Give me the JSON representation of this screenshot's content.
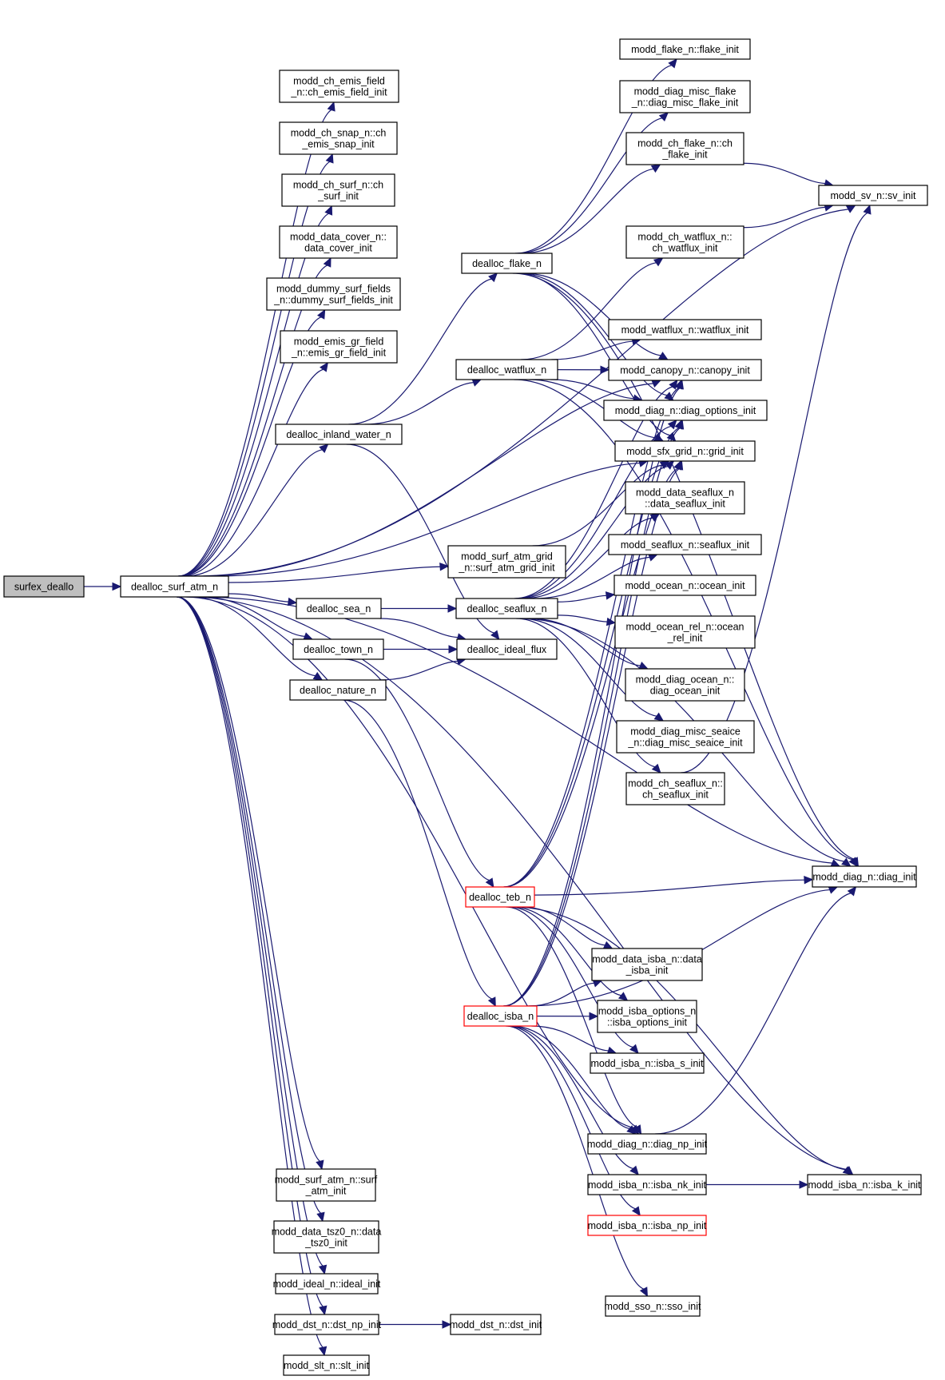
{
  "title": "surfex_deallo call graph",
  "colors": {
    "edge": "#191970",
    "root_fill": "#bfbfbf",
    "highlight_border": "#ff0000"
  },
  "nodes": [
    {
      "id": "surfex_deallo",
      "lines": [
        "surfex_deallo"
      ],
      "style": "root"
    },
    {
      "id": "dealloc_surf_atm_n",
      "lines": [
        "dealloc_surf_atm_n"
      ]
    },
    {
      "id": "ch_emis_field",
      "lines": [
        "modd_ch_emis_field",
        "_n::ch_emis_field_init"
      ]
    },
    {
      "id": "ch_snap",
      "lines": [
        "modd_ch_snap_n::ch",
        "_emis_snap_init"
      ]
    },
    {
      "id": "ch_surf",
      "lines": [
        "modd_ch_surf_n::ch",
        "_surf_init"
      ]
    },
    {
      "id": "data_cover",
      "lines": [
        "modd_data_cover_n::",
        "data_cover_init"
      ]
    },
    {
      "id": "dummy_surf",
      "lines": [
        "modd_dummy_surf_fields",
        "_n::dummy_surf_fields_init"
      ]
    },
    {
      "id": "emis_gr",
      "lines": [
        "modd_emis_gr_field",
        "_n::emis_gr_field_init"
      ]
    },
    {
      "id": "dealloc_inland_water_n",
      "lines": [
        "dealloc_inland_water_n"
      ]
    },
    {
      "id": "dealloc_flake_n",
      "lines": [
        "dealloc_flake_n"
      ]
    },
    {
      "id": "dealloc_watflux_n",
      "lines": [
        "dealloc_watflux_n"
      ]
    },
    {
      "id": "surf_atm_grid",
      "lines": [
        "modd_surf_atm_grid",
        "_n::surf_atm_grid_init"
      ]
    },
    {
      "id": "dealloc_sea_n",
      "lines": [
        "dealloc_sea_n"
      ]
    },
    {
      "id": "dealloc_seaflux_n",
      "lines": [
        "dealloc_seaflux_n"
      ]
    },
    {
      "id": "dealloc_town_n",
      "lines": [
        "dealloc_town_n"
      ]
    },
    {
      "id": "dealloc_ideal_flux",
      "lines": [
        "dealloc_ideal_flux"
      ]
    },
    {
      "id": "dealloc_nature_n",
      "lines": [
        "dealloc_nature_n"
      ]
    },
    {
      "id": "dealloc_teb_n",
      "lines": [
        "dealloc_teb_n"
      ],
      "style": "red"
    },
    {
      "id": "dealloc_isba_n",
      "lines": [
        "dealloc_isba_n"
      ],
      "style": "red"
    },
    {
      "id": "flake_init",
      "lines": [
        "modd_flake_n::flake_init"
      ]
    },
    {
      "id": "diag_misc_flake",
      "lines": [
        "modd_diag_misc_flake",
        "_n::diag_misc_flake_init"
      ]
    },
    {
      "id": "ch_flake",
      "lines": [
        "modd_ch_flake_n::ch",
        "_flake_init"
      ]
    },
    {
      "id": "ch_watflux",
      "lines": [
        "modd_ch_watflux_n::",
        "ch_watflux_init"
      ]
    },
    {
      "id": "watflux_init",
      "lines": [
        "modd_watflux_n::watflux_init"
      ]
    },
    {
      "id": "canopy_init",
      "lines": [
        "modd_canopy_n::canopy_init"
      ]
    },
    {
      "id": "diag_options",
      "lines": [
        "modd_diag_n::diag_options_init"
      ]
    },
    {
      "id": "grid_init",
      "lines": [
        "modd_sfx_grid_n::grid_init"
      ]
    },
    {
      "id": "data_seaflux",
      "lines": [
        "modd_data_seaflux_n",
        "::data_seaflux_init"
      ]
    },
    {
      "id": "seaflux_init",
      "lines": [
        "modd_seaflux_n::seaflux_init"
      ]
    },
    {
      "id": "ocean_init",
      "lines": [
        "modd_ocean_n::ocean_init"
      ]
    },
    {
      "id": "ocean_rel",
      "lines": [
        "modd_ocean_rel_n::ocean",
        "_rel_init"
      ]
    },
    {
      "id": "diag_ocean",
      "lines": [
        "modd_diag_ocean_n::",
        "diag_ocean_init"
      ]
    },
    {
      "id": "diag_misc_seaice",
      "lines": [
        "modd_diag_misc_seaice",
        "_n::diag_misc_seaice_init"
      ]
    },
    {
      "id": "ch_seaflux",
      "lines": [
        "modd_ch_seaflux_n::",
        "ch_seaflux_init"
      ]
    },
    {
      "id": "sv_init",
      "lines": [
        "modd_sv_n::sv_init"
      ]
    },
    {
      "id": "diag_init",
      "lines": [
        "modd_diag_n::diag_init"
      ]
    },
    {
      "id": "data_isba",
      "lines": [
        "modd_data_isba_n::data",
        "_isba_init"
      ]
    },
    {
      "id": "isba_options",
      "lines": [
        "modd_isba_options_n",
        "::isba_options_init"
      ]
    },
    {
      "id": "isba_s",
      "lines": [
        "modd_isba_n::isba_s_init"
      ]
    },
    {
      "id": "diag_np",
      "lines": [
        "modd_diag_n::diag_np_init"
      ]
    },
    {
      "id": "isba_nk",
      "lines": [
        "modd_isba_n::isba_nk_init"
      ]
    },
    {
      "id": "isba_np",
      "lines": [
        "modd_isba_n::isba_np_init"
      ],
      "style": "red"
    },
    {
      "id": "isba_k",
      "lines": [
        "modd_isba_n::isba_k_init"
      ]
    },
    {
      "id": "sso_init",
      "lines": [
        "modd_sso_n::sso_init"
      ]
    },
    {
      "id": "surf_atm_init",
      "lines": [
        "modd_surf_atm_n::surf",
        "_atm_init"
      ]
    },
    {
      "id": "data_tsz0",
      "lines": [
        "modd_data_tsz0_n::data",
        "_tsz0_init"
      ]
    },
    {
      "id": "ideal_init",
      "lines": [
        "modd_ideal_n::ideal_init"
      ]
    },
    {
      "id": "dst_np",
      "lines": [
        "modd_dst_n::dst_np_init"
      ]
    },
    {
      "id": "dst_init",
      "lines": [
        "modd_dst_n::dst_init"
      ]
    },
    {
      "id": "slt_init",
      "lines": [
        "modd_slt_n::slt_init"
      ]
    }
  ],
  "edges": [
    [
      "surfex_deallo",
      "dealloc_surf_atm_n"
    ],
    [
      "dealloc_surf_atm_n",
      "ch_emis_field"
    ],
    [
      "dealloc_surf_atm_n",
      "ch_snap"
    ],
    [
      "dealloc_surf_atm_n",
      "ch_surf"
    ],
    [
      "dealloc_surf_atm_n",
      "data_cover"
    ],
    [
      "dealloc_surf_atm_n",
      "dummy_surf"
    ],
    [
      "dealloc_surf_atm_n",
      "emis_gr"
    ],
    [
      "dealloc_surf_atm_n",
      "dealloc_inland_water_n"
    ],
    [
      "dealloc_surf_atm_n",
      "sv_init"
    ],
    [
      "dealloc_surf_atm_n",
      "canopy_init"
    ],
    [
      "dealloc_surf_atm_n",
      "grid_init"
    ],
    [
      "dealloc_surf_atm_n",
      "surf_atm_grid"
    ],
    [
      "dealloc_surf_atm_n",
      "dealloc_sea_n"
    ],
    [
      "dealloc_surf_atm_n",
      "dealloc_town_n"
    ],
    [
      "dealloc_surf_atm_n",
      "dealloc_nature_n"
    ],
    [
      "dealloc_surf_atm_n",
      "diag_np"
    ],
    [
      "dealloc_surf_atm_n",
      "isba_k"
    ],
    [
      "dealloc_surf_atm_n",
      "diag_init"
    ],
    [
      "dealloc_surf_atm_n",
      "surf_atm_init"
    ],
    [
      "dealloc_surf_atm_n",
      "data_tsz0"
    ],
    [
      "dealloc_surf_atm_n",
      "ideal_init"
    ],
    [
      "dealloc_surf_atm_n",
      "dst_np"
    ],
    [
      "dealloc_surf_atm_n",
      "slt_init"
    ],
    [
      "dealloc_inland_water_n",
      "dealloc_flake_n"
    ],
    [
      "dealloc_inland_water_n",
      "dealloc_watflux_n"
    ],
    [
      "dealloc_inland_water_n",
      "dealloc_ideal_flux"
    ],
    [
      "dealloc_flake_n",
      "flake_init"
    ],
    [
      "dealloc_flake_n",
      "diag_misc_flake"
    ],
    [
      "dealloc_flake_n",
      "ch_flake"
    ],
    [
      "dealloc_flake_n",
      "diag_init"
    ],
    [
      "dealloc_flake_n",
      "canopy_init"
    ],
    [
      "dealloc_flake_n",
      "diag_options"
    ],
    [
      "dealloc_flake_n",
      "grid_init"
    ],
    [
      "dealloc_watflux_n",
      "ch_watflux"
    ],
    [
      "dealloc_watflux_n",
      "watflux_init"
    ],
    [
      "dealloc_watflux_n",
      "canopy_init"
    ],
    [
      "dealloc_watflux_n",
      "diag_options"
    ],
    [
      "dealloc_watflux_n",
      "grid_init"
    ],
    [
      "dealloc_watflux_n",
      "diag_init"
    ],
    [
      "ch_flake",
      "sv_init"
    ],
    [
      "ch_watflux",
      "sv_init"
    ],
    [
      "surf_atm_grid",
      "grid_init"
    ],
    [
      "dealloc_sea_n",
      "dealloc_seaflux_n"
    ],
    [
      "dealloc_sea_n",
      "dealloc_ideal_flux"
    ],
    [
      "dealloc_seaflux_n",
      "canopy_init"
    ],
    [
      "dealloc_seaflux_n",
      "diag_options"
    ],
    [
      "dealloc_seaflux_n",
      "grid_init"
    ],
    [
      "dealloc_seaflux_n",
      "data_seaflux"
    ],
    [
      "dealloc_seaflux_n",
      "seaflux_init"
    ],
    [
      "dealloc_seaflux_n",
      "ocean_init"
    ],
    [
      "dealloc_seaflux_n",
      "ocean_rel"
    ],
    [
      "dealloc_seaflux_n",
      "diag_ocean"
    ],
    [
      "dealloc_seaflux_n",
      "diag_misc_seaice"
    ],
    [
      "dealloc_seaflux_n",
      "ch_seaflux"
    ],
    [
      "dealloc_seaflux_n",
      "diag_init"
    ],
    [
      "ch_seaflux",
      "sv_init"
    ],
    [
      "dealloc_town_n",
      "dealloc_ideal_flux"
    ],
    [
      "dealloc_town_n",
      "dealloc_teb_n"
    ],
    [
      "dealloc_nature_n",
      "dealloc_ideal_flux"
    ],
    [
      "dealloc_nature_n",
      "dealloc_isba_n"
    ],
    [
      "dealloc_teb_n",
      "canopy_init"
    ],
    [
      "dealloc_teb_n",
      "diag_options"
    ],
    [
      "dealloc_teb_n",
      "grid_init"
    ],
    [
      "dealloc_teb_n",
      "diag_init"
    ],
    [
      "dealloc_teb_n",
      "isba_k"
    ],
    [
      "dealloc_teb_n",
      "data_isba"
    ],
    [
      "dealloc_teb_n",
      "isba_options"
    ],
    [
      "dealloc_teb_n",
      "isba_s"
    ],
    [
      "dealloc_teb_n",
      "diag_np"
    ],
    [
      "dealloc_isba_n",
      "canopy_init"
    ],
    [
      "dealloc_isba_n",
      "diag_options"
    ],
    [
      "dealloc_isba_n",
      "grid_init"
    ],
    [
      "dealloc_isba_n",
      "data_isba"
    ],
    [
      "dealloc_isba_n",
      "isba_options"
    ],
    [
      "dealloc_isba_n",
      "isba_s"
    ],
    [
      "dealloc_isba_n",
      "diag_init"
    ],
    [
      "dealloc_isba_n",
      "diag_np"
    ],
    [
      "dealloc_isba_n",
      "isba_nk"
    ],
    [
      "dealloc_isba_n",
      "isba_np"
    ],
    [
      "dealloc_isba_n",
      "sso_init"
    ],
    [
      "diag_np",
      "diag_init"
    ],
    [
      "isba_nk",
      "isba_k"
    ],
    [
      "dst_np",
      "dst_init"
    ]
  ]
}
